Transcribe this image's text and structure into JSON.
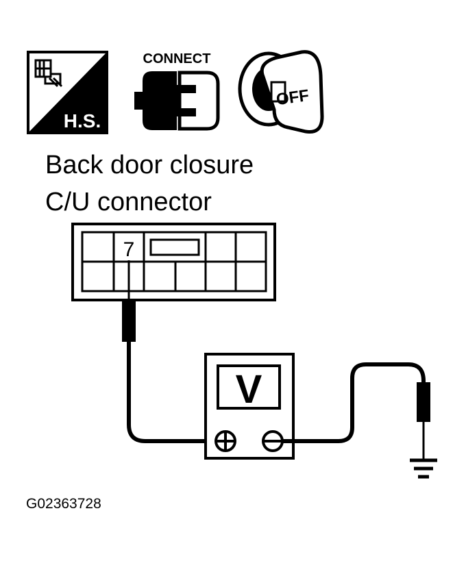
{
  "icons": {
    "harness_sensor": {
      "name": "harness-sensor-icon",
      "label": "H.S."
    },
    "connect": {
      "name": "connector-connect-icon",
      "label": "CONNECT"
    },
    "ignition": {
      "name": "ignition-key-off-icon",
      "label": "OFF"
    }
  },
  "caption": {
    "line1": "Back door closure",
    "line2": "C/U connector"
  },
  "connector": {
    "terminal_label": "7"
  },
  "meter": {
    "symbol": "V",
    "positive_symbol": "⊕",
    "negative_symbol": "⊖"
  },
  "figure_id": "G02363728"
}
